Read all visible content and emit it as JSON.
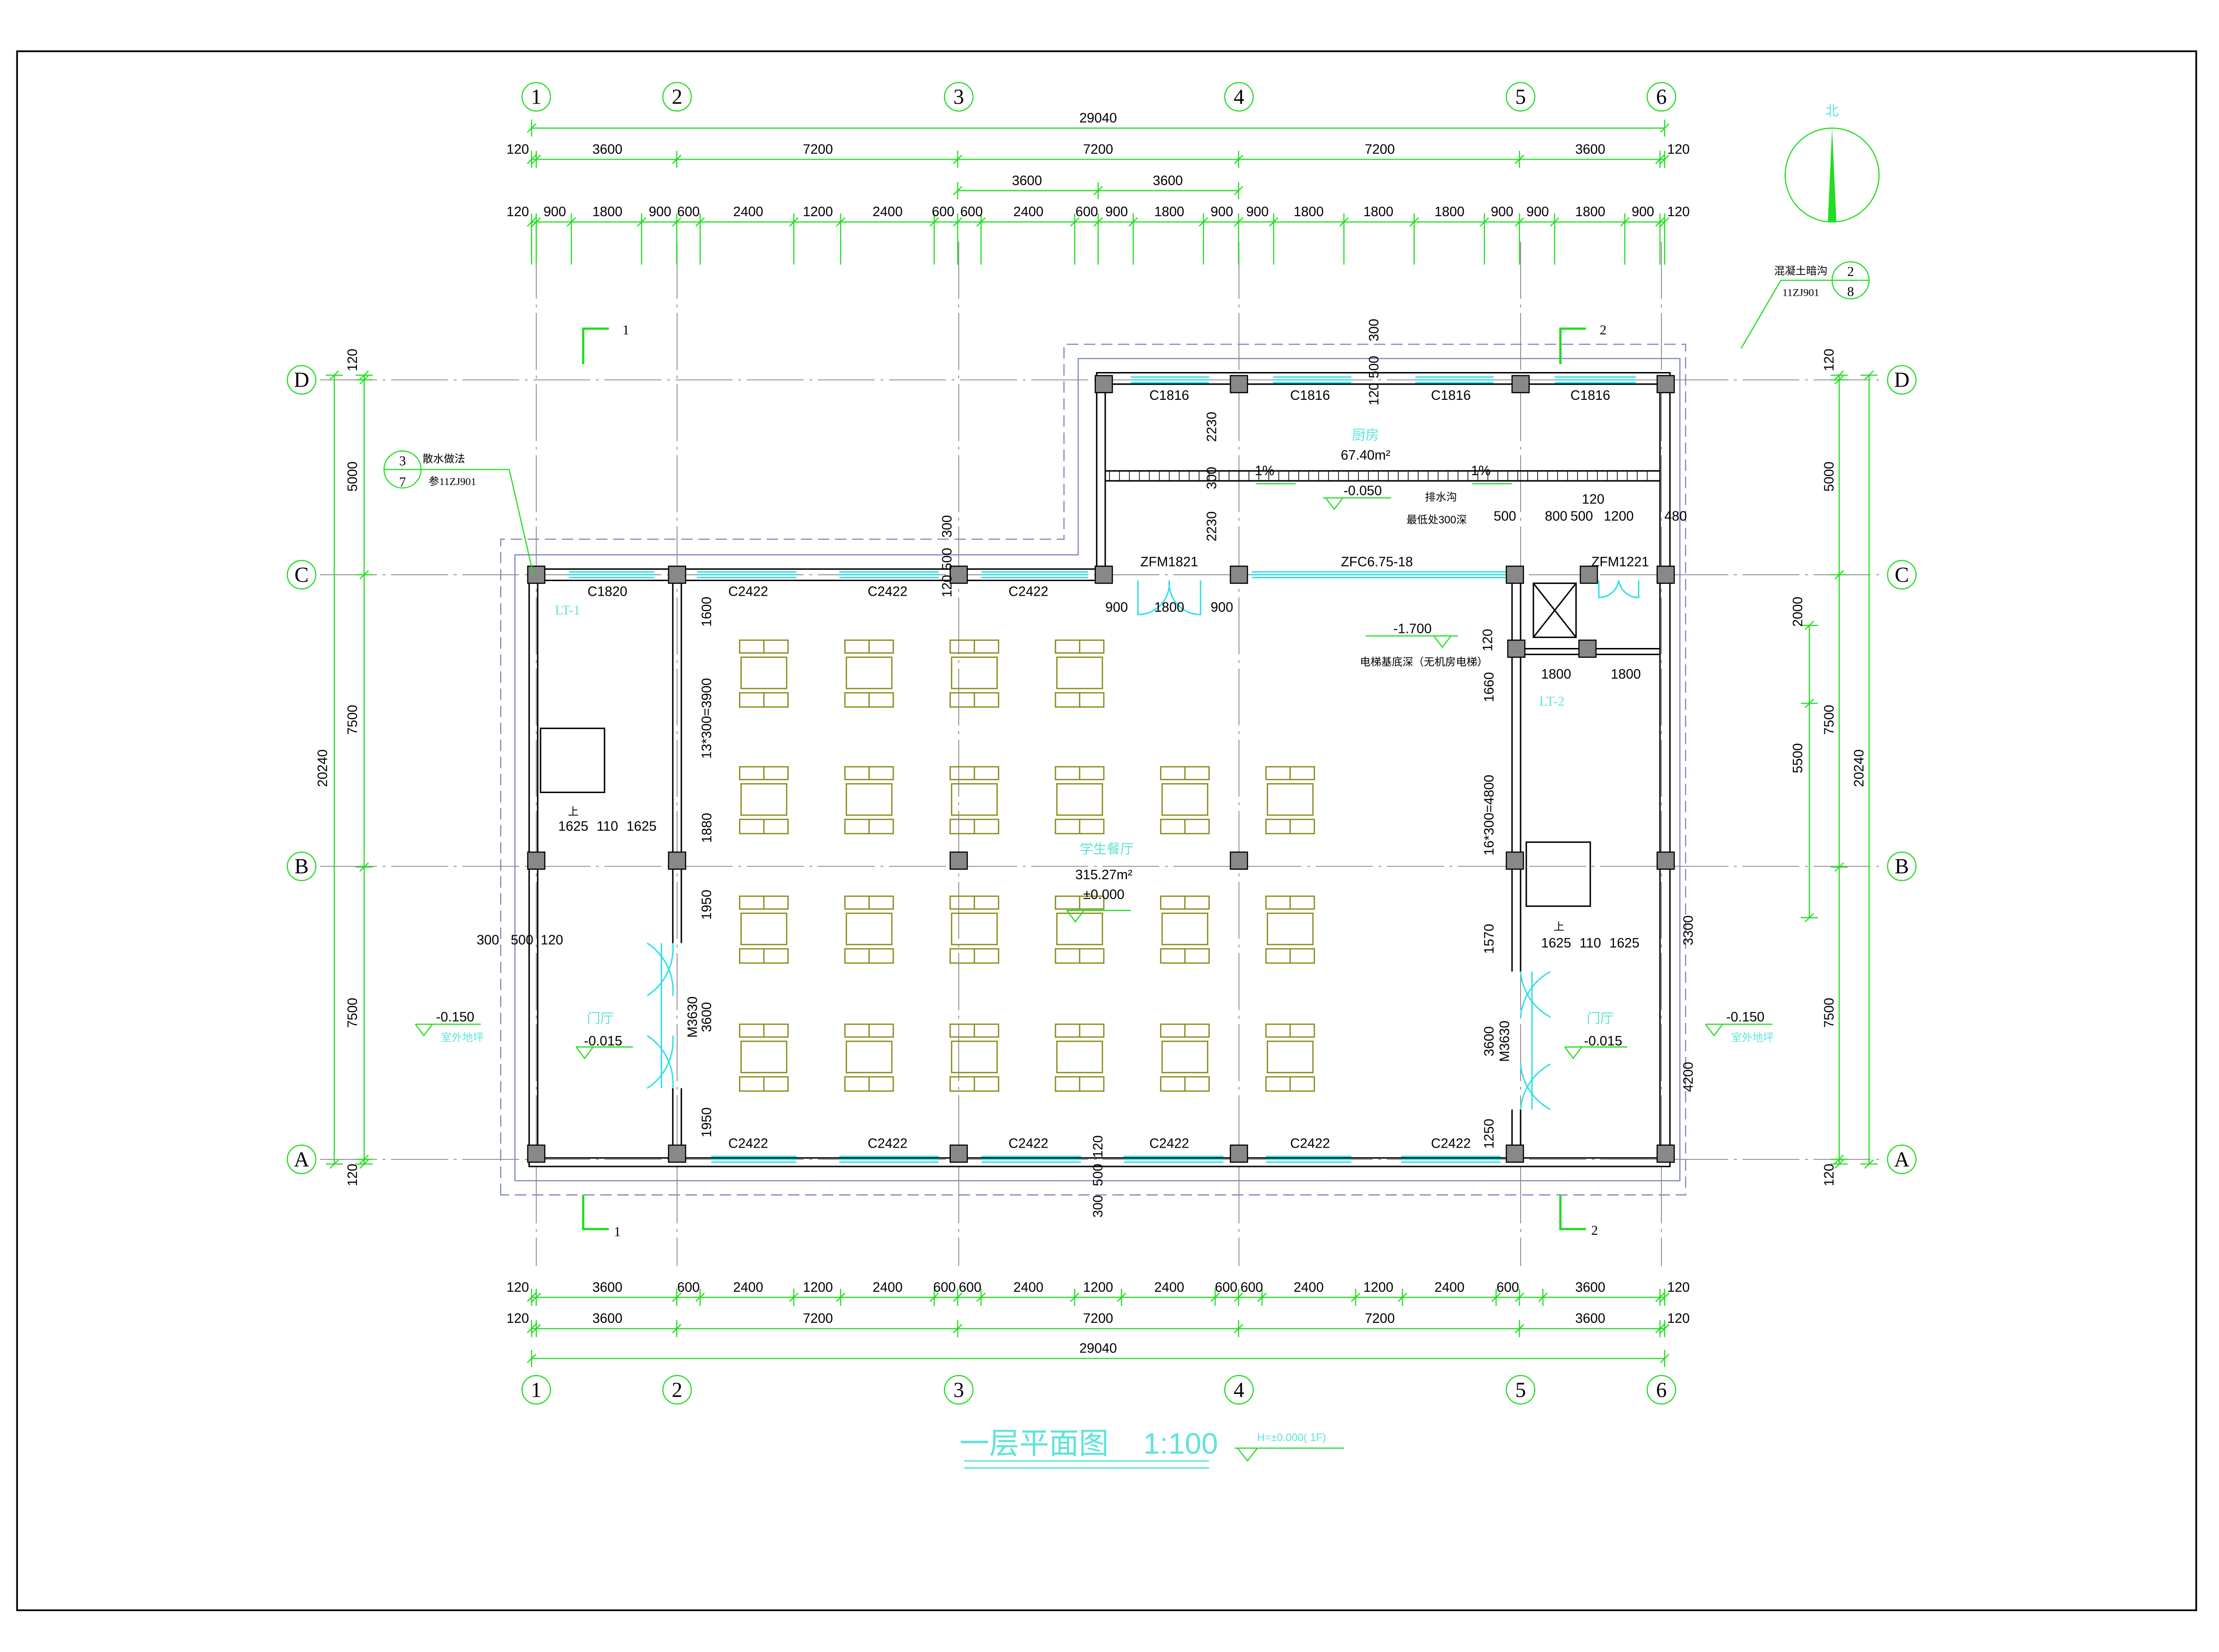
{
  "drawing": {
    "title": "一层平面图",
    "scale": "1:100",
    "level_note": "H=±0.000( 1F)",
    "north_label": "北"
  },
  "axes": {
    "columns": [
      "1",
      "2",
      "3",
      "4",
      "5",
      "6"
    ],
    "rows": [
      "D",
      "C",
      "B",
      "A"
    ]
  },
  "dims": {
    "overall": "29040",
    "top_main": [
      "120",
      "3600",
      "7200",
      "7200",
      "7200",
      "3600",
      "120"
    ],
    "top_sub": [
      "3600",
      "3600"
    ],
    "top_detail": [
      "120",
      "900",
      "1800",
      "900",
      "600",
      "2400",
      "1200",
      "2400",
      "600",
      "600",
      "2400",
      "600",
      "900",
      "1800",
      "900",
      "900",
      "1800",
      "1800",
      "1800",
      "900",
      "900",
      "1800",
      "900",
      "120"
    ],
    "bottom_detail": [
      "120",
      "3600",
      "600",
      "2400",
      "1200",
      "2400",
      "600",
      "600",
      "2400",
      "1200",
      "2400",
      "600",
      "600",
      "2400",
      "1200",
      "2400",
      "600",
      "3600",
      "120"
    ],
    "bottom_main": [
      "120",
      "3600",
      "7200",
      "7200",
      "7200",
      "3600",
      "120"
    ],
    "left": [
      "120",
      "5000",
      "7500",
      "7500",
      "120"
    ],
    "left_total": "20240",
    "right": [
      "120",
      "5000",
      "7500",
      "7500",
      "120"
    ],
    "right_total": "20240",
    "right_inner": [
      "2000",
      "5500"
    ],
    "interior": {
      "d300": "300",
      "d120": "120",
      "d500": "500",
      "d2230": "2230",
      "d900": "900",
      "d1800": "1800",
      "d1600": "1600",
      "stair_left": "13*300=3900",
      "d1880": "1880",
      "d1950": "1950",
      "d3600": "3600",
      "d1660": "1660",
      "stair_right": "16*300=4800",
      "d1570": "1570",
      "d1250": "1250",
      "d3300": "3300",
      "d4200": "4200",
      "d1625": "1625",
      "d110": "110",
      "d800": "800",
      "d1200": "1200",
      "d480": "480"
    }
  },
  "openings": {
    "c1820": "C1820",
    "c2422": "C2422",
    "c1816": "C1816",
    "zfm1821": "ZFM1821",
    "zfc": "ZFC6.75-18",
    "zfm1221": "ZFM1221",
    "m3630": "M3630"
  },
  "rooms": {
    "dining": {
      "name": "学生餐厅",
      "area": "315.27m²",
      "level": "±0.000"
    },
    "kitchen": {
      "name": "厨房",
      "area": "67.40m²",
      "level": "-0.050"
    },
    "lobby": {
      "name": "门厅",
      "level": "-0.015"
    },
    "outdoor": {
      "name": "室外地坪",
      "level": "-0.150"
    }
  },
  "stairs": {
    "lt1": "LT-1",
    "lt2": "LT-2",
    "up": "上"
  },
  "notes": {
    "slope": "1%",
    "drain": "排水沟",
    "drain_depth": "最低处300深",
    "pit_level": "-1.700",
    "pit_note": "电梯基底深（无机房电梯）",
    "apron": "散水做法",
    "apron_ref": "参11ZJ901",
    "apron_detail_top": "3",
    "apron_detail_bottom": "7",
    "trench": "混凝土暗沟",
    "trench_ref": "11ZJ901",
    "trench_detail_top": "2",
    "trench_detail_bottom": "8",
    "section1": "1",
    "section2": "2"
  }
}
